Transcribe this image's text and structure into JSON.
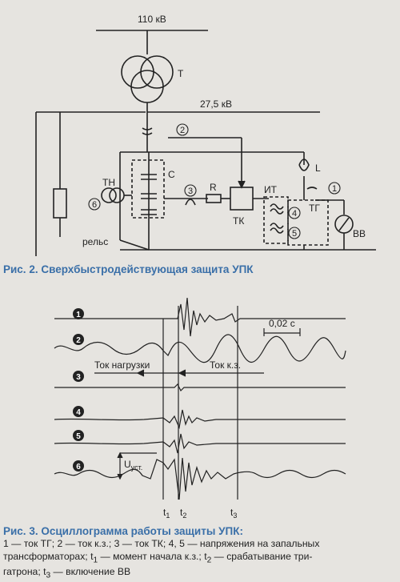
{
  "fig2": {
    "voltage_hv": "110 кВ",
    "voltage_lv": "27,5 кВ",
    "label_T": "Т",
    "label_C": "С",
    "label_TH": "ТН",
    "label_R": "R",
    "label_TK": "ТК",
    "label_IT": "ИТ",
    "label_L": "L",
    "label_TG": "ТГ",
    "label_VV": "ВВ",
    "label_rail": "рельс",
    "n1": "1",
    "n2": "2",
    "n3": "3",
    "n4": "4",
    "n5": "5",
    "n6": "6",
    "caption": "Рис. 2. Сверхбыстродействующая защита УПК"
  },
  "fig3": {
    "traces": [
      "1",
      "2",
      "3",
      "4",
      "5",
      "6"
    ],
    "period_label": "0,02 с",
    "load_current": "Ток нагрузки",
    "sc_current": "Ток к.з.",
    "u_label": "U",
    "u_sub": "уст.",
    "t1": "t",
    "t1_sub": "1",
    "t2": "t",
    "t2_sub": "2",
    "t3": "t",
    "t3_sub": "3",
    "caption": "Рис. 3. Осциллограмма работы защиты УПК:"
  },
  "legend": {
    "part1": "1 — ток ТГ; 2 — ток к.з.; 3 — ток ТК; 4, 5 — напряжения на запальных",
    "part2": "трансформаторах; t",
    "sub1": "1",
    "part3": " — момент начала к.з.; t",
    "sub2": "2",
    "part4": " — срабатывание три-",
    "part5": "гатрона; t",
    "sub3": "3",
    "part6": " — включение ВВ"
  }
}
